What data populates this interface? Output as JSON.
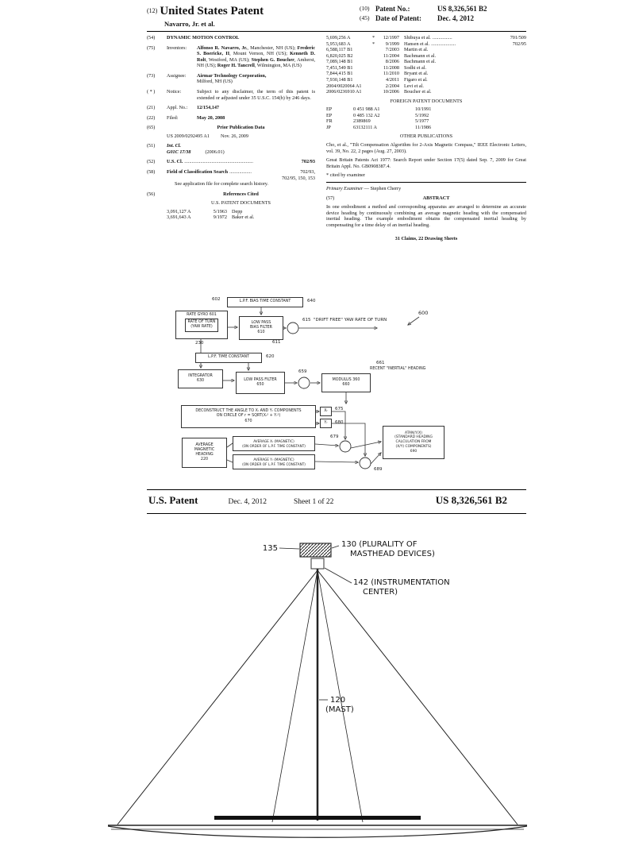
{
  "page1": {
    "header": {
      "n12": "(12)",
      "title": "United States Patent",
      "author": "Navarro, Jr. et al.",
      "n10": "(10)",
      "patent_no_label": "Patent No.:",
      "patent_no": "US 8,326,561 B2",
      "n45": "(45)",
      "date_label": "Date of Patent:",
      "date": "Dec. 4, 2012"
    },
    "left": {
      "f54": {
        "n": "(54)",
        "title": "DYNAMIC MOTION CONTROL"
      },
      "f75": {
        "n": "(75)",
        "label": "Inventors:",
        "inventors": [
          {
            "name": "Alfonso R. Navarro, Jr.",
            "rest": ", Manchester, NH (US); "
          },
          {
            "name": "Frederic S. Boericke, II",
            "rest": ", Mount Vernon, NH (US); "
          },
          {
            "name": "Kenneth D. Rolt",
            "rest": ", Westford, MA (US); "
          },
          {
            "name": "Stephen G. Boucher",
            "rest": ", Amherst, NH (US); "
          },
          {
            "name": "Roger H. Tancrell",
            "rest": ", Wilmington, MA (US)"
          }
        ]
      },
      "f73": {
        "n": "(73)",
        "label": "Assignee:",
        "name": "Airmar Technology Corporation,",
        "loc": "Milford, NH (US)"
      },
      "fnotice": {
        "n": "( * )",
        "label": "Notice:",
        "text": "Subject to any disclaimer, the term of this patent is extended or adjusted under 35 U.S.C. 154(b) by 246 days."
      },
      "f21": {
        "n": "(21)",
        "label": "Appl. No.:",
        "value": "12/154,147"
      },
      "f22": {
        "n": "(22)",
        "label": "Filed:",
        "value": "May 20, 2008"
      },
      "f65": {
        "n": "(65)",
        "heading": "Prior Publication Data",
        "pub": "US 2009/0292495 A1",
        "pubdate": "Nov. 26, 2009"
      },
      "f51": {
        "n": "(51)",
        "label": "Int. Cl.",
        "cls": "G01C 17/38",
        "ver": "(2006.01)"
      },
      "f52": {
        "n": "(52)",
        "label": "U.S. Cl.",
        "dots": "........................................................",
        "value": "702/93"
      },
      "f58": {
        "n": "(58)",
        "label": "Field of Classification Search",
        "dots": "..................",
        "v1": "702/93,",
        "v2": "702/95, 150, 153",
        "note": "See application file for complete search history."
      },
      "f56": {
        "n": "(56)",
        "heading": "References Cited",
        "us_heading": "U.S. PATENT DOCUMENTS",
        "refs": [
          {
            "num": "3,091,127 A",
            "date": "5/1963",
            "name": "Depp"
          },
          {
            "num": "3,691,643 A",
            "date": "9/1972",
            "name": "Baker et al."
          }
        ]
      }
    },
    "right": {
      "us_refs": [
        {
          "num": "5,699,256 A",
          "star": "*",
          "date": "12/1997",
          "name": "Shibuya et al.",
          "dots": "................",
          "cls": "701/509"
        },
        {
          "num": "5,953,683 A",
          "star": "*",
          "date": "9/1999",
          "name": "Hansen et al.",
          "dots": "....................",
          "cls": "702/95"
        },
        {
          "num": "6,588,117 B1",
          "star": "",
          "date": "7/2003",
          "name": "Martin et al.",
          "dots": "",
          "cls": ""
        },
        {
          "num": "6,820,025 B2",
          "star": "",
          "date": "11/2004",
          "name": "Bachmann et al.",
          "dots": "",
          "cls": ""
        },
        {
          "num": "7,089,148 B1",
          "star": "",
          "date": "8/2006",
          "name": "Bachmann et al.",
          "dots": "",
          "cls": ""
        },
        {
          "num": "7,451,549 B1",
          "star": "",
          "date": "11/2008",
          "name": "Sodhi et al.",
          "dots": "",
          "cls": ""
        },
        {
          "num": "7,844,415 B1",
          "star": "",
          "date": "11/2010",
          "name": "Bryant et al.",
          "dots": "",
          "cls": ""
        },
        {
          "num": "7,930,148 B1",
          "star": "",
          "date": "4/2011",
          "name": "Figaro et al.",
          "dots": "",
          "cls": ""
        },
        {
          "num": "2004/0020064 A1",
          "star": "",
          "date": "2/2004",
          "name": "Levi et al.",
          "dots": "",
          "cls": ""
        },
        {
          "num": "2006/0236910 A1",
          "star": "",
          "date": "10/2006",
          "name": "Boucher et al.",
          "dots": "",
          "cls": ""
        }
      ],
      "foreign_heading": "FOREIGN PATENT DOCUMENTS",
      "foreign_refs": [
        {
          "cc": "EP",
          "num": "0 451 988  A1",
          "date": "10/1991"
        },
        {
          "cc": "EP",
          "num": "0 485 132  A2",
          "date": "5/1992"
        },
        {
          "cc": "FR",
          "num": "2389869",
          "date": "5/1977"
        },
        {
          "cc": "JP",
          "num": "63132111  A",
          "date": "11/1986"
        }
      ],
      "other_heading": "OTHER PUBLICATIONS",
      "pub1": "Cho, et al., \"Tilt Compensation Algorithm for 2-Axis Magnetic Compass,\" IEEE Electronic Letters, vol. 39, No. 22, 2 pages (Aug. 27, 2003).",
      "pub2": "Great Britain Patents Act 1977: Search Report under Section 17(5) dated Sep. 7, 2009 for Great Britain Appl. No. GB0908387.4.",
      "cited": "* cited by examiner",
      "examiner_label": "Primary Examiner",
      "examiner_rest": " — Stephen Cherry",
      "n57": "(57)",
      "abstract_heading": "ABSTRACT",
      "abstract": "In one embodiment a method and corresponding apparatus are arranged to determine an accurate device heading by continuously combining an average magnetic heading with the compensated inertial heading. The example embodiment obtains the compensated inertial heading by compensating for a time delay of an inertial heading.",
      "claims": "31 Claims, 22 Drawing Sheets"
    }
  },
  "diagram": {
    "l602": "602",
    "box_lpf_bias_tc": "L.P.F. BIAS TIME CONSTANT",
    "l640": "640",
    "box_rate_gyro_title": "RATE GYRO  601",
    "box_rate_gyro_inner": "RATE OF TURN\n(YAW RATE)",
    "l230": "230",
    "box_lp_bias_filter": "LOW PASS\nBIAS FILTER\n610",
    "l611": "611",
    "l615": "615",
    "drift_free": "\"DRIFT FREE\" YAW RATE OF TURN",
    "l600": "600",
    "box_lpf_tc": "L.P.F. TIME CONSTANT",
    "l620": "620",
    "box_integrator": "INTEGRATOR\n630",
    "box_lp_filter": "LOW PASS FILTER\n650",
    "l659": "659",
    "box_modulus": "MODULUS 360\n660",
    "l661": "661",
    "recent_heading": "RECENT \"INERTIAL\" HEADING",
    "box_deconstruct": "DECONSTRUCT THE ANGLE TO Xᵣ AND Yᵣ COMPONENTS\nON CIRCLE OF r = SQRT(Xᵣ² + Yᵣ²)\n670",
    "box_xr": "Xᵣ",
    "box_yr": "Yᵣ",
    "l675": "675",
    "l680": "680",
    "box_avg_heading": "AVERAGE\nMAGNETIC\nHEADING\n220",
    "box_avg_x": "AVERAGE Xᵣ (MAGNETIC)\n(ON ORDER OF L.P.F. TIME CONSTANT)",
    "box_avg_y": "AVERAGE Yᵣ (MAGNETIC)\n(ON ORDER OF L.P.F. TIME CONSTANT)",
    "l679": "679",
    "l689": "689",
    "box_atan": "ATAN(Y/X)\n(STANDARD HEADING\nCALCULATION FROM\n(X/Y) COMPONENTS)\n690"
  },
  "page2": {
    "header": {
      "title": "U.S. Patent",
      "date": "Dec. 4, 2012",
      "sheet": "Sheet 1 of 22",
      "patent_no": "US 8,326,561 B2"
    },
    "figure": {
      "l135": "135",
      "l130a": "130 (PLURALITY OF",
      "l130b": "MASTHEAD DEVICES)",
      "l142a": "142 (INSTRUMENTATION",
      "l142b": "CENTER)",
      "l120a": "120",
      "l120b": "(MAST)"
    }
  }
}
